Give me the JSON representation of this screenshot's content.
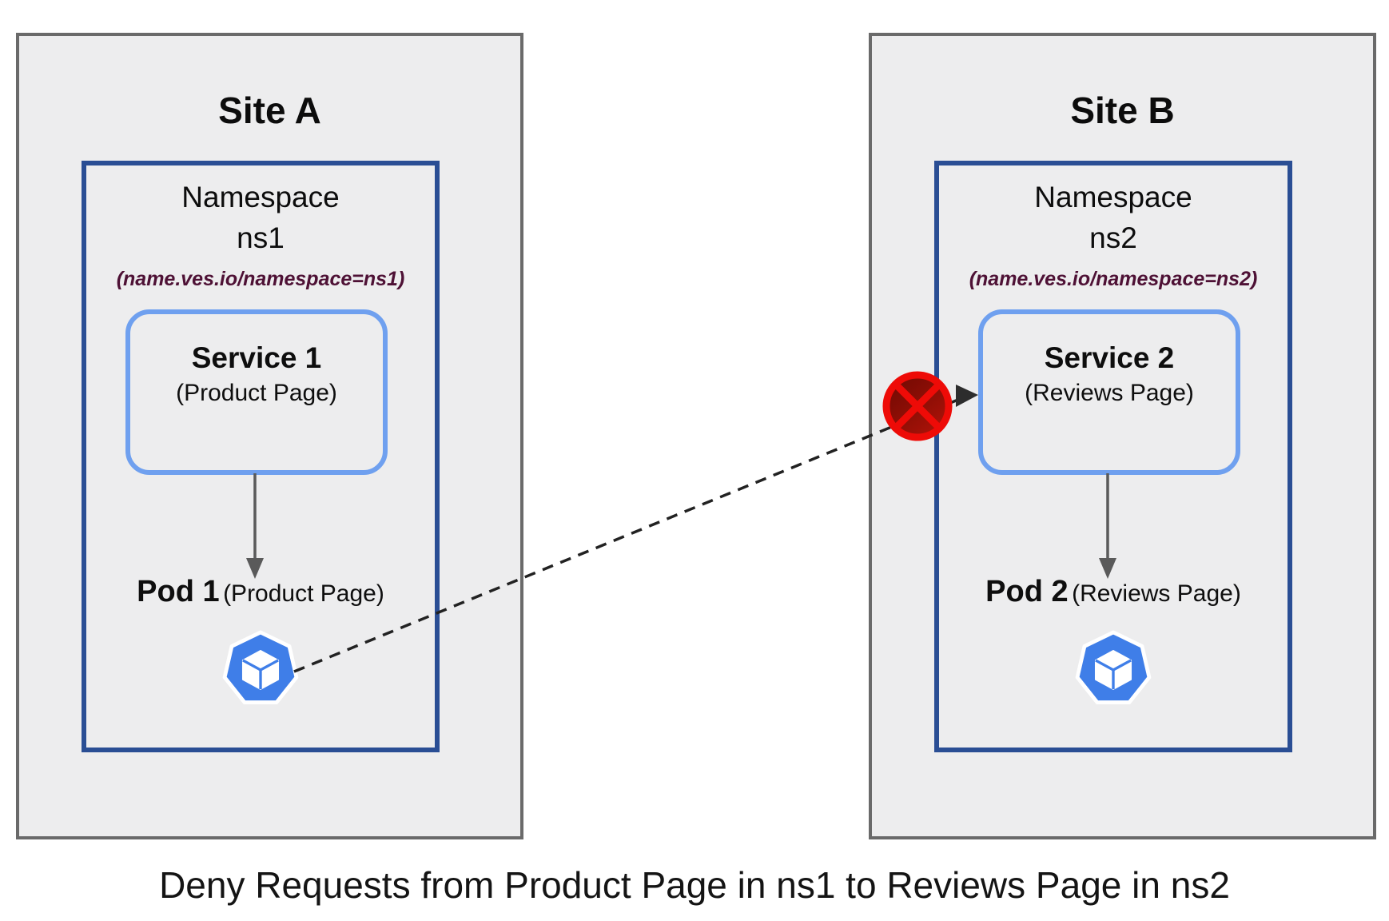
{
  "caption": "Deny Requests from Product Page in ns1 to Reviews Page in ns2",
  "colors": {
    "site_fill": "#ededee",
    "site_border": "#6a6a6a",
    "namespace_border": "#2a4e94",
    "service_border": "#6fa0ef",
    "label_maroon": "#4e1135",
    "kube_blue": "#3f7ee8",
    "deny_ring": "#ee0b07",
    "arrow_gray": "#5a5a5a",
    "dash_color": "#222222"
  },
  "icons": {
    "pod": "kubernetes-pod-icon",
    "deny": "deny-icon"
  },
  "sites": [
    {
      "title": "Site A",
      "namespace": {
        "name": "Namespace",
        "id": "ns1",
        "selector_label": "(name.ves.io/namespace=ns1)",
        "service": {
          "name": "Service 1",
          "subtitle": "(Product Page)"
        },
        "pod": {
          "name": "Pod 1",
          "subtitle": "(Product Page)"
        }
      }
    },
    {
      "title": "Site B",
      "namespace": {
        "name": "Namespace",
        "id": "ns2",
        "selector_label": "(name.ves.io/namespace=ns2)",
        "service": {
          "name": "Service 2",
          "subtitle": "(Reviews Page)"
        },
        "pod": {
          "name": "Pod 2",
          "subtitle": "(Reviews Page)"
        }
      }
    }
  ],
  "connection": {
    "type": "deny",
    "line_style": "dashed",
    "from": "Pod 1",
    "to": "Service 2"
  }
}
